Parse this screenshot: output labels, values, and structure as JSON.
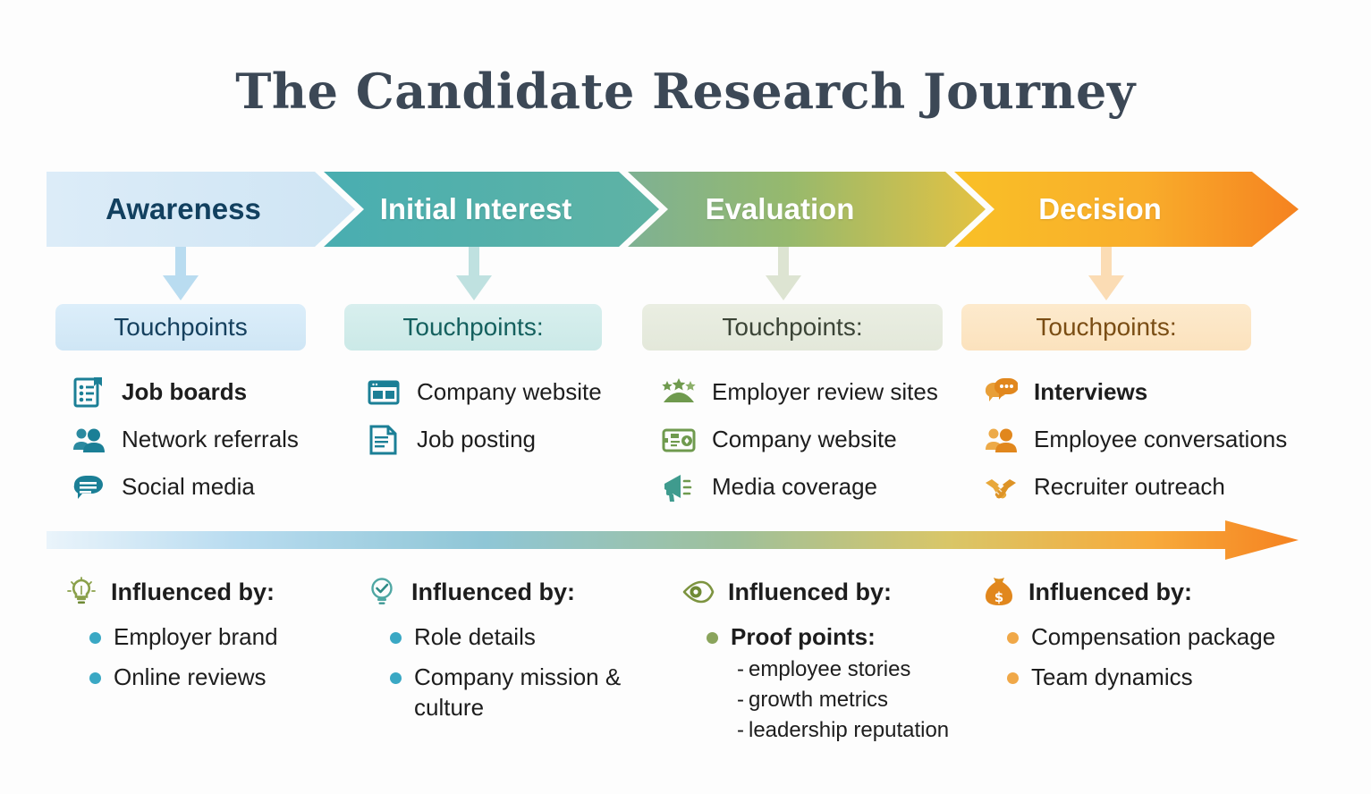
{
  "title": "The Candidate Research Journey",
  "colors": {
    "background": "#fdfdfd",
    "title": "#3c4856",
    "stage1": "#dceefa",
    "stage2": "#4aafb0",
    "stage3": "#8cb06a",
    "stage4": "#f6b324",
    "stage4_end": "#f58220",
    "teal_icon": "#1b7f96",
    "green_icon": "#6f9a4e",
    "orange_icon": "#e1871d",
    "bullet_blue": "#3aa8c4",
    "bullet_green": "#8aa45c",
    "bullet_orange": "#f0a848"
  },
  "stages": [
    {
      "label": "Awareness",
      "text_color": "#12405f"
    },
    {
      "label": "Initial Interest",
      "text_color": "#ffffff"
    },
    {
      "label": "Evaluation",
      "text_color": "#ffffff"
    },
    {
      "label": "Decision",
      "text_color": "#ffffff"
    }
  ],
  "columns": [
    {
      "touchpoints_heading": "Touchpoints",
      "touchpoints": [
        {
          "label": "Job boards",
          "icon": "clipboard-list-icon",
          "bold": true
        },
        {
          "label": "Network referrals",
          "icon": "people-pair-icon",
          "bold": false
        },
        {
          "label": "Social media",
          "icon": "speech-bubble-icon",
          "bold": false
        }
      ],
      "influenced_heading": "Influenced by:",
      "influenced_icon": "lightbulb-icon",
      "bullets": [
        {
          "label": "Employer brand",
          "bold": false,
          "subitems": []
        },
        {
          "label": "Online reviews",
          "bold": false,
          "subitems": []
        }
      ]
    },
    {
      "touchpoints_heading": "Touchpoints:",
      "touchpoints": [
        {
          "label": "Company website",
          "icon": "browser-window-icon",
          "bold": false
        },
        {
          "label": "Job posting",
          "icon": "document-icon",
          "bold": false
        }
      ],
      "influenced_heading": "Influenced by:",
      "influenced_icon": "check-lightbulb-icon",
      "bullets": [
        {
          "label": "Role details",
          "bold": false,
          "subitems": []
        },
        {
          "label": "Company mission & culture",
          "bold": false,
          "subitems": []
        }
      ]
    },
    {
      "touchpoints_heading": "Touchpoints:",
      "touchpoints": [
        {
          "label": "Employer review sites",
          "icon": "stars-rating-icon",
          "bold": false
        },
        {
          "label": "Company website",
          "icon": "id-card-icon",
          "bold": false
        },
        {
          "label": "Media coverage",
          "icon": "megaphone-icon",
          "bold": false
        }
      ],
      "influenced_heading": "Influenced by:",
      "influenced_icon": "eye-icon",
      "bullets": [
        {
          "label": "Proof points:",
          "bold": true,
          "subitems": [
            "employee stories",
            "growth metrics",
            "leadership reputation"
          ]
        }
      ]
    },
    {
      "touchpoints_heading": "Touchpoints:",
      "touchpoints": [
        {
          "label": "Interviews",
          "icon": "chat-bubbles-icon",
          "bold": true
        },
        {
          "label": "Employee conversations",
          "icon": "people-pair-icon",
          "bold": false
        },
        {
          "label": "Recruiter outreach",
          "icon": "handshake-icon",
          "bold": false
        }
      ],
      "influenced_heading": "Influenced by:",
      "influenced_icon": "money-bag-icon",
      "bullets": [
        {
          "label": "Compensation package",
          "bold": false,
          "subitems": []
        },
        {
          "label": "Team dynamics",
          "bold": false,
          "subitems": []
        }
      ]
    }
  ],
  "sub_item_marker": "-"
}
